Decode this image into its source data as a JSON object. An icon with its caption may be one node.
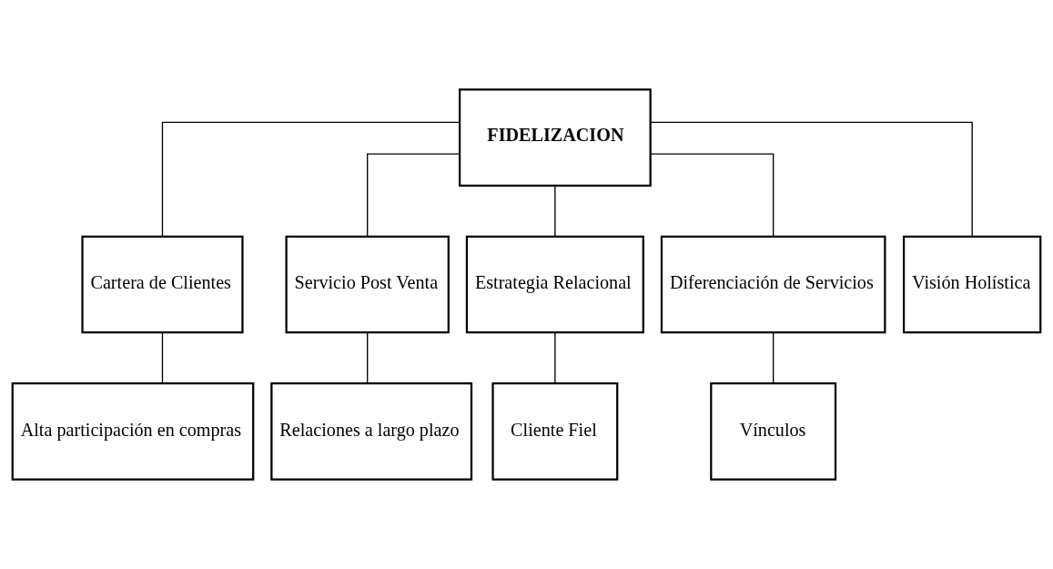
{
  "diagram": {
    "nodes": [
      {
        "text": [
          "FIDELIZACION"
        ]
      },
      {
        "text": [
          "Cartera de Clientes"
        ]
      },
      {
        "text": [
          "Servicio Post Venta"
        ]
      },
      {
        "text": [
          "Estrategia Relacional"
        ]
      },
      {
        "text": [
          "Diferenciación de Servicios"
        ]
      },
      {
        "text": [
          "Visión Holística"
        ]
      },
      {
        "text": [
          "Alta participación en compras"
        ]
      },
      {
        "text": [
          "Relaciones a largo plazo"
        ]
      },
      {
        "text": [
          "Cliente Fiel"
        ]
      },
      {
        "text": [
          "Vínculos"
        ]
      }
    ],
    "edges": [
      {
        "from": 0,
        "to": 1,
        "arrow": "none"
      },
      {
        "from": 0,
        "to": 2,
        "arrow": "none"
      },
      {
        "from": 0,
        "to": 3,
        "arrow": "none"
      },
      {
        "from": 0,
        "to": 4,
        "arrow": "none"
      },
      {
        "from": 0,
        "to": 5,
        "arrow": "none"
      },
      {
        "from": 1,
        "to": 6,
        "arrow": "none"
      },
      {
        "from": 2,
        "to": 7,
        "arrow": "none"
      },
      {
        "from": 3,
        "to": 8,
        "arrow": "none"
      },
      {
        "from": 4,
        "to": 9,
        "arrow": "none"
      }
    ]
  }
}
